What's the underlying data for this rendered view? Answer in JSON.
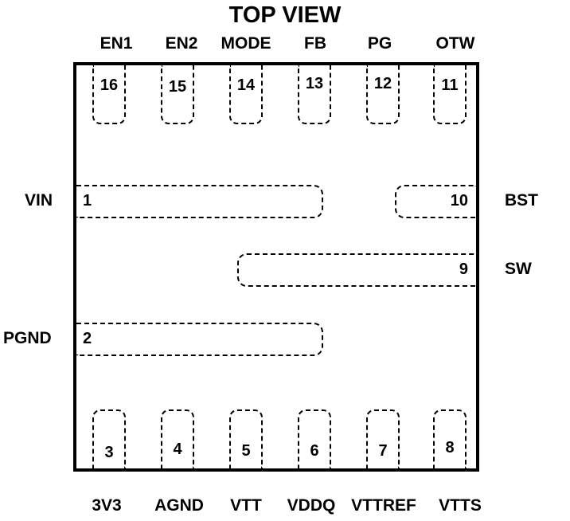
{
  "title": "TOP VIEW",
  "top_pins": [
    {
      "number": "16",
      "name": "EN1"
    },
    {
      "number": "15",
      "name": "EN2"
    },
    {
      "number": "14",
      "name": "MODE"
    },
    {
      "number": "13",
      "name": "FB"
    },
    {
      "number": "12",
      "name": "PG"
    },
    {
      "number": "11",
      "name": "OTW"
    }
  ],
  "bottom_pins": [
    {
      "number": "3",
      "name": "3V3"
    },
    {
      "number": "4",
      "name": "AGND"
    },
    {
      "number": "5",
      "name": "VTT"
    },
    {
      "number": "6",
      "name": "VDDQ"
    },
    {
      "number": "7",
      "name": "VTTREF"
    },
    {
      "number": "8",
      "name": "VTTS"
    }
  ],
  "left_pins": [
    {
      "number": "1",
      "name": "VIN"
    },
    {
      "number": "2",
      "name": "PGND"
    }
  ],
  "right_pins": [
    {
      "number": "10",
      "name": "BST"
    },
    {
      "number": "9",
      "name": "SW"
    }
  ]
}
